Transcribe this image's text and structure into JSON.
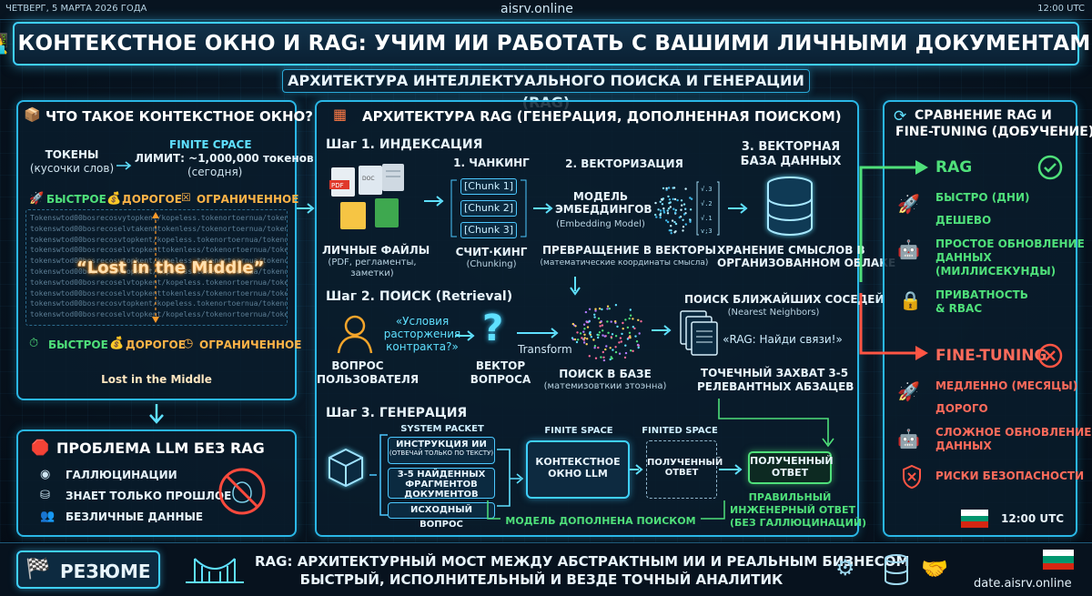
{
  "topbar": {
    "date": "ЧЕТВЕРГ, 5 МАРТА 2026 ГОДА",
    "site": "aisrv.online",
    "time": "12:00 UTC"
  },
  "header": {
    "icon": "👨‍💻",
    "title": "КОНТЕКСТНОЕ ОКНО И RAG: УЧИМ ИИ РАБОТАТЬ С ВАШИМИ ЛИЧНЫМИ ДОКУМЕНТАМИ",
    "subtitle": "АРХИТЕКТУРА ИНТЕЛЛЕКТУАЛЬНОГО ПОИСКА И ГЕНЕРАЦИИ (RAG)"
  },
  "context": {
    "icon": "📦",
    "title": "ЧТО ТАКОЕ КОНТЕКСТНОЕ ОКНО?",
    "tokens": "ТОКЕНЫ",
    "tokens_sub": "(кусочки слов)",
    "finite": "FINITE CPACE",
    "limit": "ЛИМИТ: ~1,000,000 токенов",
    "limit_sub": "(сегодня)",
    "fast": "БЫСТРОЕ",
    "expensive": "ДОРОГОЕ",
    "limited": "ОГРАНИЧЕННОЕ",
    "lines": [
      "Tokenswtod00bosrecosvytopkent/kopeless.tokenortoernua/tokeno",
      "tokenswtod00bosrecoselvtakenmtokenless/tokenortoernua/tokeno",
      "tokenswtod00bosrecosvtopkent/kopeless.tokenortoernua/tokeno",
      "tokenswtod00bosrecoselvtopkenttokenless/tokenortoernua/tokeno",
      "tokenswtod00bosrecosvtopkent/kopeless.tokenortoernua/tokeno",
      "tokenswtod00bosrecosvtopkent/kopeless.tokenortoernua/tokeno",
      "tokenswtod00bosrecoselvtopkent/kopeless.tokenortoernua/tokeno",
      "tokenswtod00bosrecoselvtopkenttokenless/tokenortoernua/tokeno",
      "tokenswtod00bosrecosvtopkent/kopeless.tokenortoernua/tokeno",
      "tokenswtod00bosrecoselvtopkent/kopeless/tokenortoernua/tokeno"
    ],
    "lost_quote": "“Lost in the Middle”",
    "lost_label": "Lost in the Middle"
  },
  "problem": {
    "title": "ПРОБЛЕМА LLM БЕЗ RAG",
    "items": [
      "ГАЛЛЮЦИНАЦИИ",
      "ЗНАЕТ ТОЛЬКО ПРОШЛОЕ",
      "БЕЗЛИЧНЫЕ ДАННЫЕ"
    ]
  },
  "rag": {
    "title": "АРХИТЕКТУРА RAG (ГЕНЕРАЦИЯ, ДОПОЛНЕННАЯ ПОИСКОМ)",
    "step1": "Шаг 1. ИНДЕКСАЦИЯ",
    "files_label": "ЛИЧНЫЕ ФАЙЛЫ",
    "files_sub1": "(PDF, регламенты,",
    "files_sub2": "заметки)",
    "chunking": "1. ЧАНКИНГ",
    "chunks": [
      "[Chunk 1]",
      "[Chunk 2]",
      "[Chunk 3]"
    ],
    "chunking_label": "СЧИТ·КИНГ",
    "chunking_sub": "(Chunking)",
    "vectorization": "2. ВЕКТОРИЗАЦИЯ",
    "model1": "МОДЕЛЬ",
    "model2": "ЭМБЕДДИНГОВ",
    "model_sub": "(Embedding Model)",
    "vec_label": "ПРЕВРАЩЕНИЕ В ВЕКТОРЫ",
    "vec_sub": "(математические координаты смысла)",
    "db1": "3. ВЕКТОРНАЯ",
    "db2": "БАЗА ДАННЫХ",
    "db_label1": "ХРАНЕНИЕ СМЫСЛОВ В",
    "db_label2": "ОРГАНИЗОВАННОМ ОБЛАКЕ",
    "step2": "Шаг 2. ПОИСК (Retrieval)",
    "user1": "ВОПРОС",
    "user2": "ПОЛЬЗОВАТЕЛЯ",
    "query1": "«Условия",
    "query2": "расторжения",
    "query3": "контракта?»",
    "transform": "Transform",
    "qvec1": "ВЕКТОР",
    "qvec2": "ВОПРОСА",
    "search": "ПОИСК В БАЗЕ",
    "search_sub": "(матемизовткии зтоэнна)",
    "nn": "ПОИСК БЛИЖАЙШИХ СОСЕДЕЙ",
    "nn_sub": "(Nearest Neighbors)",
    "rag_find": "«RAG: Найди связи!»",
    "capture1": "ТОЧЕЧНЫЙ ЗАХВАТ 3-5",
    "capture2": "РЕЛЕВАНТНЫХ АБЗАЦЕВ",
    "step3": "Шаг 3. ГЕНЕРАЦИЯ",
    "system_packet": "SYSTEM PACKET",
    "instr": "ИНСТРУКЦИЯ ИИ",
    "instr_sub": "(ОТВЕЧАЙ ТОЛЬКО ПО ТЕКСТУ)",
    "frag1": "3-5 НАЙДЕННЫХ",
    "frag2": "ФРАГМЕНТОВ",
    "frag3": "ДОКУМЕНТОВ",
    "orig": "ИСХОДНЫЙ ВОПРОС",
    "finite_space": "FINITE SPACE",
    "ctx1": "КОНТЕКСТНОЕ",
    "ctx2": "ОКНО LLM",
    "finited_space": "FINITED SPACE",
    "ans1": "ПОЛУЧЕННЫЙ",
    "ans2": "ОТВЕТ",
    "final1": "ПОЛУЧЕННЫЙ",
    "final2": "ОТВЕТ",
    "augmented": "МОДЕЛЬ ДОПОЛНЕНА ПОИСКОМ",
    "correct1": "ПРАВИЛЬНЫЙ",
    "correct2": "ИНЖЕНЕРНЫЙ ОТВЕТ",
    "correct3": "(БЕЗ ГАЛЛЮЦИНАЦИЙ)"
  },
  "compare": {
    "title1": "СРАВНЕНИЕ RAG И",
    "title2": "FINE-TUNING (ДОБУЧЕНИЕ)",
    "rag": "RAG",
    "rag_items": [
      "БЫСТРО (ДНИ)",
      "ДЕШЕВО",
      "ПРОСТОЕ ОБНОВЛЕНИЕ",
      "ДАННЫХ",
      "(МИЛЛИСЕКУНДЫ)",
      "ПРИВАТНОСТЬ",
      "& RBAC"
    ],
    "ft": "FINE-TUNING",
    "ft_items": [
      "МЕДЛЕННО (МЕСЯЦЫ)",
      "ДОРОГО",
      "СЛОЖНОЕ ОБНОВЛЕНИЕ",
      "ДАННЫХ",
      "РИСКИ БЕЗОПАСНОСТИ"
    ],
    "time": "12:00 UTC"
  },
  "footer": {
    "resume": "РЕЗЮМЕ",
    "line1": "RAG: АРХИТЕКТУРНЫЙ МОСТ МЕЖДУ АБСТРАКТНЫМ ИИ И РЕАЛЬНЫМ БИЗНЕСОМ",
    "line2": "БЫСТРЫЙ, ИСПОЛНИТЕЛЬНЫЙ И ВЕЗДЕ ТОЧНЫЙ АНАЛИТИК",
    "site": "date.aisrv.online"
  },
  "colors": {
    "accent": "#3fd0ff",
    "green": "#4fe07a",
    "red": "#ff6b5b",
    "orange": "#ffb347"
  }
}
